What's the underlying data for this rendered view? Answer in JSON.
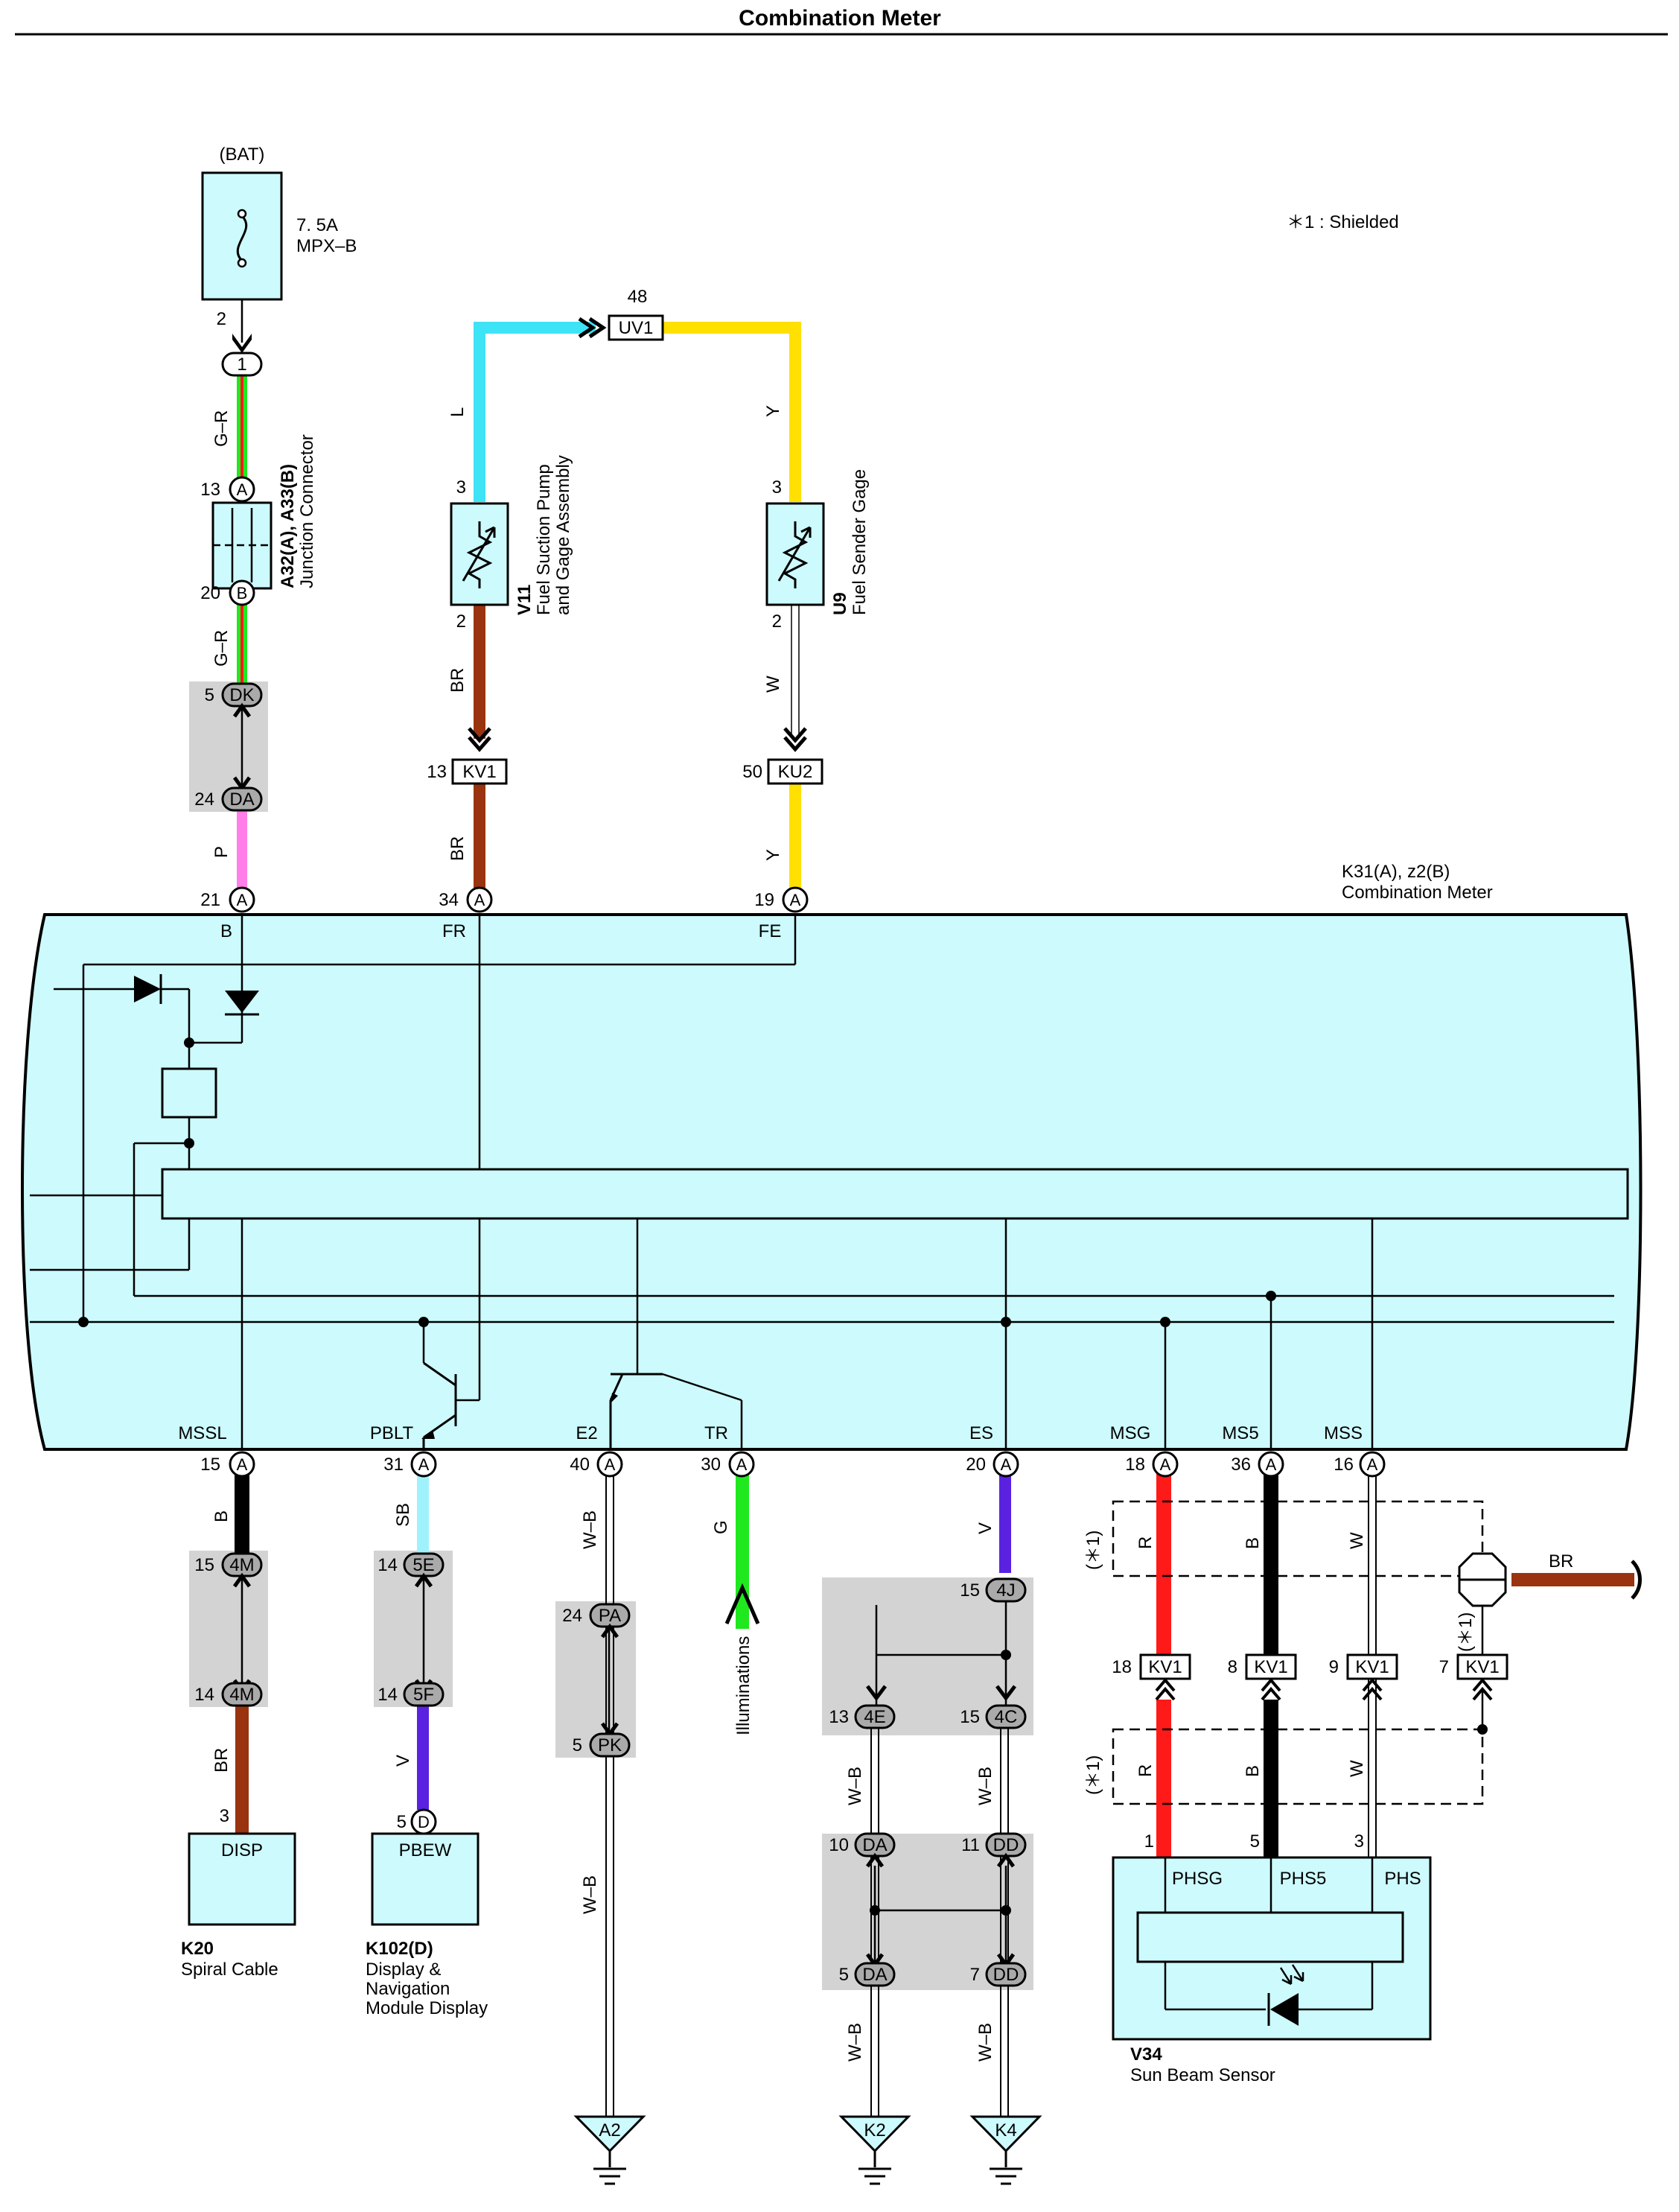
{
  "title": "Combination Meter",
  "note": "＊1 : Shielded",
  "fuse": {
    "source": "(BAT)",
    "rating": "7. 5A",
    "name": "MPX–B",
    "pin": "2",
    "jc_pin": "1"
  },
  "junction_connector": {
    "id": "A32(A), A33(B)",
    "name": "Junction Connector",
    "pin_a": "13",
    "pin_a_label": "A",
    "pin_b": "20",
    "pin_b_label": "B"
  },
  "fuel_pump": {
    "id": "V11",
    "name_line1": "Fuel Suction Pump",
    "name_line2": "and Gage Assembly",
    "pin_top": "3",
    "pin_bottom": "2"
  },
  "fuel_sender": {
    "id": "U9",
    "name": "Fuel Sender Gage",
    "pin_top": "3",
    "pin_bottom": "2"
  },
  "meter": {
    "id": "K31(A), z2(B)",
    "name": "Combination Meter"
  },
  "wire_colors": {
    "gr1": "G–R",
    "gr2": "G–R",
    "p": "P",
    "l": "L",
    "y1": "Y",
    "y2": "Y",
    "br1": "BR",
    "br2": "BR",
    "w1": "W",
    "sb": "SB",
    "b1": "B",
    "br3": "BR",
    "v1": "V",
    "wb1": "W–B",
    "wb2": "W–B",
    "g": "G",
    "v2": "V",
    "wb3": "W–B",
    "wb4": "W–B",
    "wb5": "W–B",
    "wb6": "W–B",
    "r1": "R",
    "b2": "B",
    "w2": "W",
    "r2": "R",
    "b3": "B",
    "w3": "W",
    "br_shield": "BR"
  },
  "top_pins": [
    {
      "num": "21",
      "conn": "A",
      "label": "B"
    },
    {
      "num": "34",
      "conn": "A",
      "label": "FR"
    },
    {
      "num": "19",
      "conn": "A",
      "label": "FE"
    }
  ],
  "bottom_pins": [
    {
      "num": "15",
      "conn": "A",
      "label": "MSSL"
    },
    {
      "num": "31",
      "conn": "A",
      "label": "PBLT"
    },
    {
      "num": "40",
      "conn": "A",
      "label": "E2"
    },
    {
      "num": "30",
      "conn": "A",
      "label": "TR"
    },
    {
      "num": "20",
      "conn": "A",
      "label": "ES"
    },
    {
      "num": "18",
      "conn": "A",
      "label": "MSG"
    },
    {
      "num": "36",
      "conn": "A",
      "label": "MS5"
    },
    {
      "num": "16",
      "conn": "A",
      "label": "MSS"
    }
  ],
  "connectors": {
    "uv1": {
      "id": "UV1",
      "pin": "48"
    },
    "kv1_13": {
      "id": "KV1",
      "pin": "13"
    },
    "ku2": {
      "id": "KU2",
      "pin": "50"
    },
    "dk": {
      "id": "DK",
      "pin": "5"
    },
    "da_top": {
      "id": "DA",
      "pin": "24"
    },
    "m4_a": {
      "id": "4M",
      "pin": "15"
    },
    "m4_b": {
      "id": "4M",
      "pin": "14"
    },
    "e5": {
      "id": "5E",
      "pin": "14"
    },
    "f5": {
      "id": "5F",
      "pin": "14"
    },
    "pa": {
      "id": "PA",
      "pin": "24"
    },
    "pk": {
      "id": "PK",
      "pin": "5"
    },
    "j4": {
      "id": "4J",
      "pin": "15"
    },
    "e4": {
      "id": "4E",
      "pin": "13"
    },
    "c4": {
      "id": "4C",
      "pin": "15"
    },
    "da_l": {
      "id": "DA",
      "pin": "10"
    },
    "dd_r": {
      "id": "DD",
      "pin": "11"
    },
    "da_l2": {
      "id": "DA",
      "pin": "5"
    },
    "dd_r2": {
      "id": "DD",
      "pin": "7"
    },
    "kv1_18": {
      "id": "KV1",
      "pin": "18"
    },
    "kv1_8": {
      "id": "KV1",
      "pin": "8"
    },
    "kv1_9": {
      "id": "KV1",
      "pin": "9"
    },
    "kv1_7": {
      "id": "KV1",
      "pin": "7"
    }
  },
  "shield_marks": {
    "s1": "(＊1)",
    "s2": "(＊1)",
    "s3": "(＊1)"
  },
  "illuminations": "Illuminations",
  "k20": {
    "id": "K20",
    "name": "Spiral Cable",
    "pin_label": "DISP",
    "pin": "3"
  },
  "k102": {
    "id": "K102(D)",
    "name_line1": "Display &",
    "name_line2": "Navigation",
    "name_line3": "Module Display",
    "pin_label": "PBEW",
    "pin": "5",
    "conn": "D"
  },
  "grounds": [
    "A2",
    "K2",
    "K4"
  ],
  "sun_sensor": {
    "id": "V34",
    "name": "Sun Beam Sensor",
    "pin1": "1",
    "pin1_label": "PHSG",
    "pin5": "5",
    "pin5_label": "PHS5",
    "pin3": "3",
    "pin3_label": "PHS"
  },
  "colors": {
    "meter_fill": "#cdfafd",
    "L": "#3ee3f5",
    "Y": "#ffe000",
    "BR": "#993310",
    "P": "#ff7ee8",
    "G": "#1fe81f",
    "R": "#ff1a1a",
    "V": "#5a22e0",
    "SB": "#9ff2fb",
    "B": "#000000",
    "shade": "#d3d3d3"
  }
}
